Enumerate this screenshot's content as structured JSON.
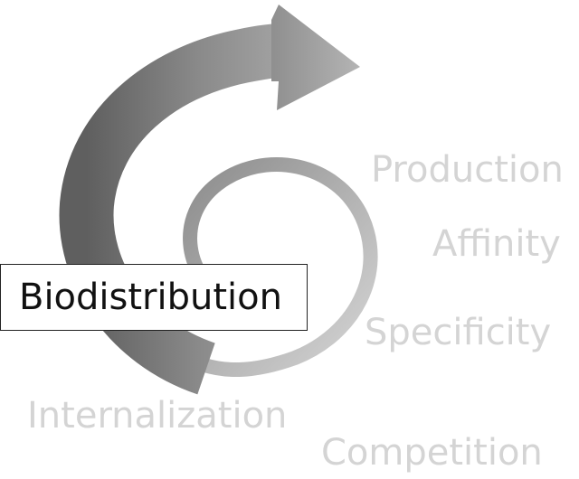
{
  "diagram": {
    "highlighted_stage": "Biodistribution",
    "faded_stages": {
      "production": "Production",
      "affinity": "Affinity",
      "specificity": "Specificity",
      "internalization": "Internalization",
      "competition": "Competition"
    },
    "colors": {
      "arrow_dark": "#6e6e6e",
      "arrow_mid": "#9a9a9a",
      "arrow_light": "#cfcfcf",
      "faded_text": "#d4d4d4",
      "highlight_text": "#111111",
      "highlight_border": "#222222"
    },
    "icon": "spiral-arrow-icon"
  }
}
